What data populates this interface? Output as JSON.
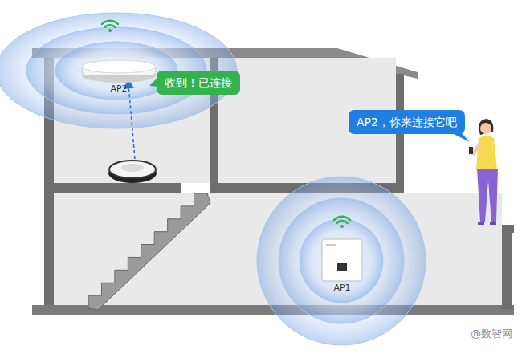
{
  "diagram": {
    "nodes": [
      {
        "text": [
          "AP2"
        ]
      },
      {
        "text": [
          "收到！已连接"
        ]
      },
      {
        "text": [
          "AP2，你来连接它吧"
        ]
      },
      {
        "text": [
          "AP1"
        ]
      }
    ],
    "labels": [
      "@数智网"
    ]
  }
}
